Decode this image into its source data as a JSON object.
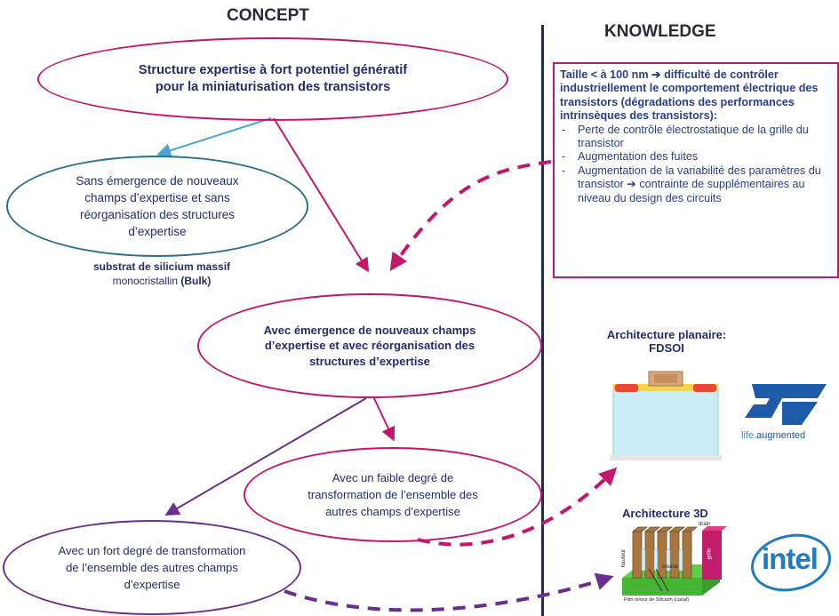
{
  "headings": {
    "concept": "CONCEPT",
    "knowledge": "KNOWLEDGE"
  },
  "nodes": {
    "top": "Structure expertise à fort potentiel génératif pour la miniaturisation des transistors",
    "without": "Sans émergence de nouveaux champs d’expertise et sans réorganisation des structures d’expertise",
    "substrate_bold": "substrat de silicium massif",
    "substrate_normal": "monocristallin",
    "substrate_bulk": "(Bulk)",
    "with": "Avec émergence de nouveaux champs d’expertise et avec réorganisation des structures d’expertise",
    "low": "Avec un faible degré de transformation de l’ensemble des autres champs d’expertise",
    "high": "Avec un fort degré de transformation de l’ensemble des autres champs d’expertise"
  },
  "knowledge_box": {
    "head": "Taille < à 100 nm ➔ difficulté de contrôler industriellement le comportement électrique des transistors (dégradations des performances intrinsèques des transistors):",
    "items": [
      "Perte de contrôle électrostatique de la grille du transistor",
      "Augmentation des fuites",
      "Augmentation de la variabilité des paramètres du transistor ➔ contrainte de supplémentaires au niveau du design des circuits"
    ]
  },
  "architectures": {
    "planar_title": "Architecture planaire:",
    "planar_name": "FDSOI",
    "threed_title": "Architecture 3D",
    "fin_labels": {
      "drain": "drain",
      "source": "source",
      "grille": "grille",
      "hauteur": "hauteur",
      "film": "Film mince de Silicium (canal)"
    }
  },
  "logos": {
    "st_tagline_a": "life",
    "st_tagline_b": ".augmented",
    "intel": "intel"
  },
  "colors": {
    "magenta": "#c4176c",
    "teal": "#2a6f8c",
    "light_blue_arrow": "#4aa3d8",
    "purple": "#6b2e8f",
    "divider": "#1f2a6b",
    "st_blue": "#1d5aa8",
    "intel_blue": "#1e7cc4"
  }
}
